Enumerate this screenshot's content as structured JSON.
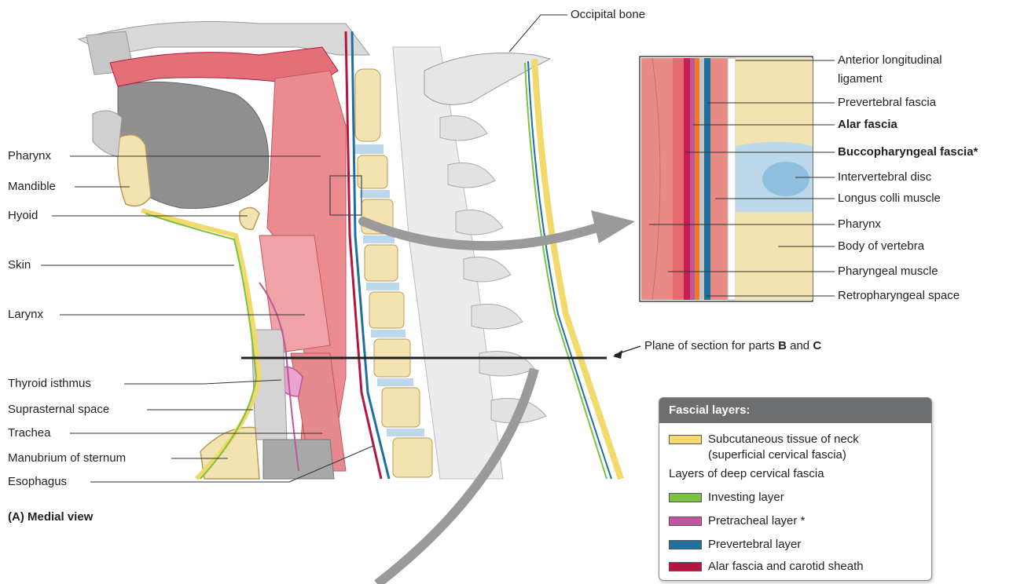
{
  "figure": {
    "caption": "(A)  Medial view",
    "main_labels": {
      "pharynx": "Pharynx",
      "mandible": "Mandible",
      "hyoid": "Hyoid",
      "skin": "Skin",
      "larynx": "Larynx",
      "thyroid_isthmus": "Thyroid isthmus",
      "suprasternal_space": "Suprasternal space",
      "trachea": "Trachea",
      "manubrium": "Manubrium of sternum",
      "esophagus": "Esophagus",
      "occipital_bone": "Occipital bone"
    },
    "plane_label": {
      "text_before": "Plane of section for parts ",
      "b": "B",
      "and": " and ",
      "c": "C"
    },
    "inset_labels": {
      "anterior_longitudinal_1": "Anterior longitudinal",
      "anterior_longitudinal_2": "ligament",
      "prevertebral_fascia": "Prevertebral fascia",
      "alar_fascia": "Alar fascia",
      "buccopharyngeal_fascia": "Buccopharyngeal fascia*",
      "intervertebral_disc": "Intervertebral disc",
      "longus_colli": "Longus colli muscle",
      "pharynx": "Pharynx",
      "body_of_vertebra": "Body of vertebra",
      "pharyngeal_muscle": "Pharyngeal muscle",
      "retropharyngeal_space": "Retropharyngeal space"
    },
    "legend": {
      "title": "Fascial layers:",
      "subcutaneous_1": "Subcutaneous tissue of neck",
      "subcutaneous_2": "(superficial cervical fascia)",
      "deep_heading": "Layers of deep cervical fascia",
      "investing": "Investing layer",
      "pretracheal": "Pretracheal layer *",
      "prevertebral": "Prevertebral layer",
      "alar": "Alar fascia and carotid sheath"
    },
    "colors": {
      "subcutaneous": "#f2d96b",
      "investing": "#7cc242",
      "pretracheal": "#c0569b",
      "prevertebral": "#1f6fa0",
      "alar": "#b5163f",
      "bone": "#f3e3b0",
      "mucosa": "#e88a8f",
      "muscle": "#e79a8a",
      "disc": "#bcd8ea"
    }
  }
}
